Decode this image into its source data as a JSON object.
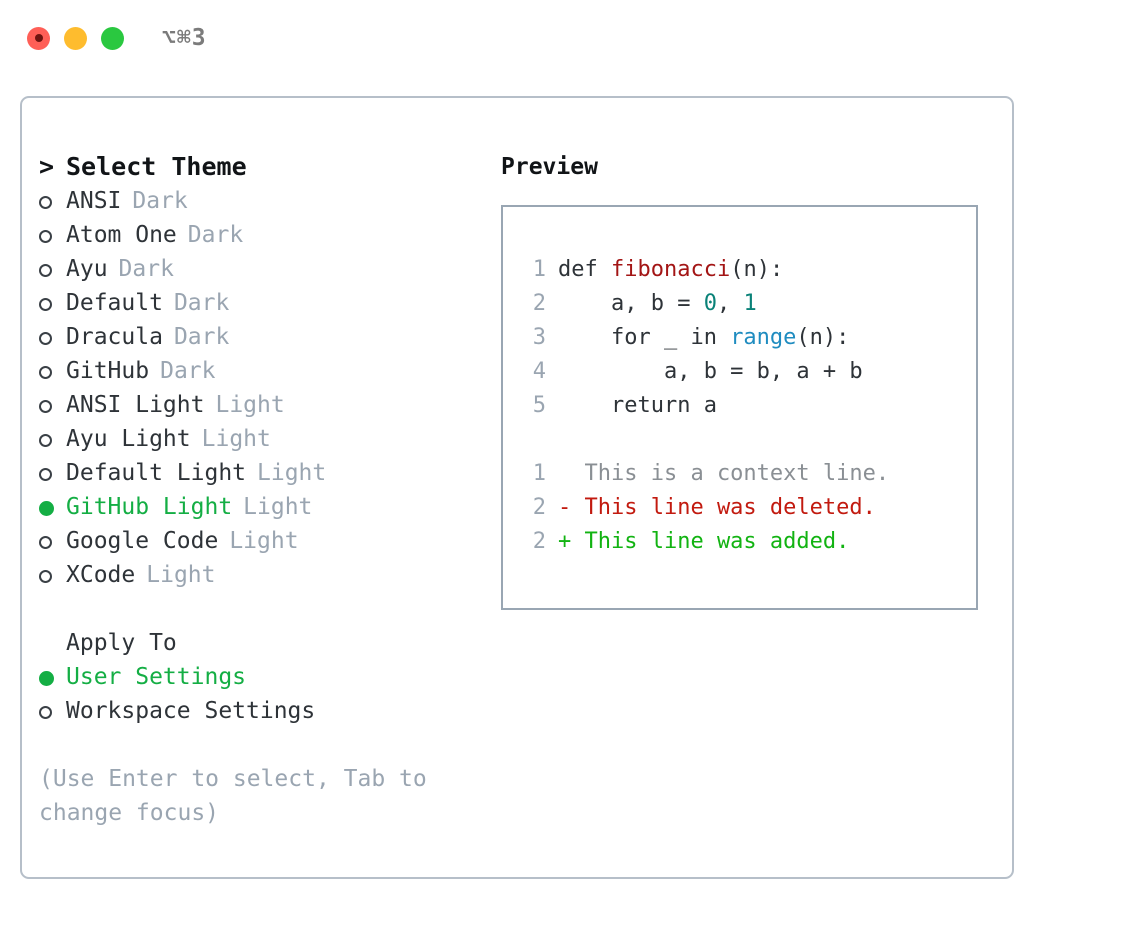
{
  "titlebar": {
    "shortcut": "⌥⌘3",
    "dots": [
      {
        "name": "close",
        "color": "#ff5f57"
      },
      {
        "name": "minimize",
        "color": "#febc2e"
      },
      {
        "name": "zoom",
        "color": "#2ac840"
      }
    ]
  },
  "theme_list": {
    "header": "Select Theme",
    "header_marker": ">",
    "items": [
      {
        "label": "ANSI",
        "tag": "Dark",
        "selected": false,
        "marker": "○"
      },
      {
        "label": "Atom One",
        "tag": "Dark",
        "selected": false,
        "marker": "○"
      },
      {
        "label": "Ayu",
        "tag": "Dark",
        "selected": false,
        "marker": "○"
      },
      {
        "label": "Default",
        "tag": "Dark",
        "selected": false,
        "marker": "○"
      },
      {
        "label": "Dracula",
        "tag": "Dark",
        "selected": false,
        "marker": "○"
      },
      {
        "label": "GitHub",
        "tag": "Dark",
        "selected": false,
        "marker": "○"
      },
      {
        "label": "ANSI Light",
        "tag": "Light",
        "selected": false,
        "marker": "○"
      },
      {
        "label": "Ayu Light",
        "tag": "Light",
        "selected": false,
        "marker": "○"
      },
      {
        "label": "Default Light",
        "tag": "Light",
        "selected": false,
        "marker": "○"
      },
      {
        "label": "GitHub Light",
        "tag": "Light",
        "selected": true,
        "marker": "●"
      },
      {
        "label": "Google Code",
        "tag": "Light",
        "selected": false,
        "marker": "○"
      },
      {
        "label": "XCode",
        "tag": "Light",
        "selected": false,
        "marker": "○"
      }
    ]
  },
  "apply_to": {
    "title": "Apply To",
    "options": [
      {
        "label": "User Settings",
        "selected": true,
        "marker": "●"
      },
      {
        "label": "Workspace Settings",
        "selected": false,
        "marker": "○"
      }
    ]
  },
  "hint": "(Use Enter to select, Tab to change focus)",
  "preview": {
    "title": "Preview",
    "code_lines": [
      {
        "no": "1",
        "tokens": [
          {
            "t": "def ",
            "c": "plain"
          },
          {
            "t": "fibonacci",
            "c": "fn"
          },
          {
            "t": "(n):",
            "c": "plain"
          }
        ]
      },
      {
        "no": "2",
        "tokens": [
          {
            "t": "    a, b = ",
            "c": "plain"
          },
          {
            "t": "0",
            "c": "num"
          },
          {
            "t": ", ",
            "c": "plain"
          },
          {
            "t": "1",
            "c": "num"
          }
        ]
      },
      {
        "no": "3",
        "tokens": [
          {
            "t": "    for _ in ",
            "c": "plain"
          },
          {
            "t": "range",
            "c": "builtin"
          },
          {
            "t": "(n):",
            "c": "plain"
          }
        ]
      },
      {
        "no": "4",
        "tokens": [
          {
            "t": "        a, b = b, a + b",
            "c": "plain"
          }
        ]
      },
      {
        "no": "5",
        "tokens": [
          {
            "t": "    return a",
            "c": "plain"
          }
        ]
      }
    ],
    "diff_lines": [
      {
        "no": "1",
        "prefix": "  ",
        "text": "This is a context line.",
        "kind": "ctx"
      },
      {
        "no": "2",
        "prefix": "- ",
        "text": "This line was deleted.",
        "kind": "del"
      },
      {
        "no": "2",
        "prefix": "+ ",
        "text": "This line was added.",
        "kind": "add"
      }
    ]
  },
  "colors": {
    "accent_green": "#14ae44",
    "muted": "#9aa5b1",
    "panel_border": "#b6bfc9",
    "preview_border": "#99a6b3",
    "fn_red": "#a31515",
    "num_teal": "#0a8278",
    "builtin_blue": "#1f8cc0",
    "diff_del": "#c21a0f",
    "diff_add": "#12b312"
  }
}
